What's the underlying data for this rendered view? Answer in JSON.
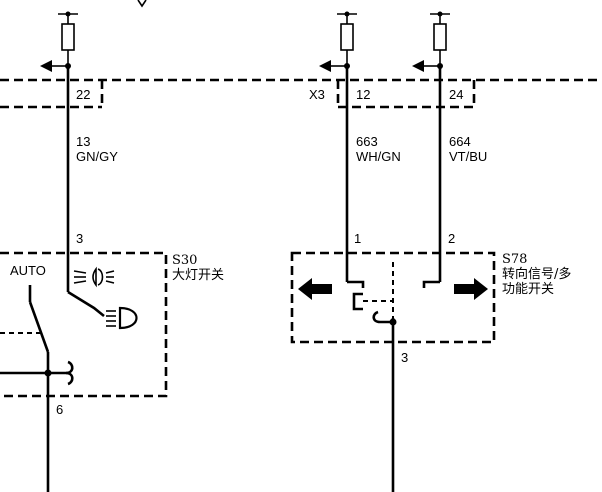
{
  "connectors": {
    "c22": "22",
    "x3": "X3",
    "c12": "12",
    "c24": "24"
  },
  "wires": {
    "w13": {
      "circuit": "13",
      "color": "GN/GY"
    },
    "w663": {
      "circuit": "663",
      "color": "WH/GN"
    },
    "w664": {
      "circuit": "664",
      "color": "VT/BU"
    }
  },
  "s30": {
    "id": "S30",
    "name": "大灯开关",
    "auto_label": "AUTO",
    "pin_top": "3",
    "pin_bottom": "6"
  },
  "s78": {
    "id": "S78",
    "name_line1": "转向信号/多",
    "name_line2": "功能开关",
    "pin_left": "1",
    "pin_right": "2",
    "pin_bottom": "3"
  }
}
